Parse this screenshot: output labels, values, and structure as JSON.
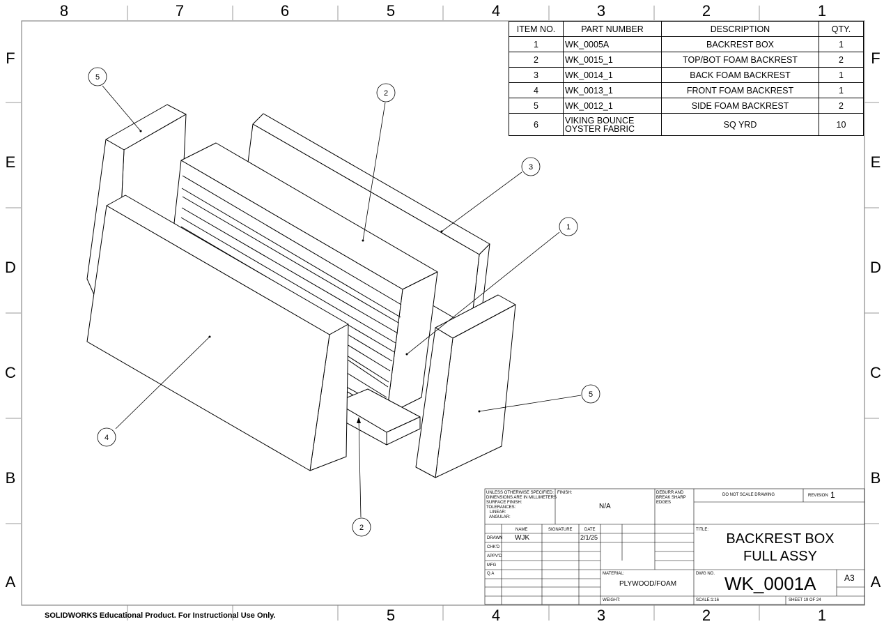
{
  "zones": {
    "columns": [
      "8",
      "7",
      "6",
      "5",
      "4",
      "3",
      "2",
      "1"
    ],
    "rows": [
      "F",
      "E",
      "D",
      "C",
      "B",
      "A"
    ]
  },
  "bom": {
    "headers": {
      "item": "ITEM NO.",
      "part": "PART NUMBER",
      "desc": "DESCRIPTION",
      "qty": "QTY."
    },
    "rows": [
      {
        "item": "1",
        "part": "WK_0005A",
        "desc": "BACKREST BOX",
        "qty": "1"
      },
      {
        "item": "2",
        "part": "WK_0015_1",
        "desc": "TOP/BOT FOAM BACKREST",
        "qty": "2"
      },
      {
        "item": "3",
        "part": "WK_0014_1",
        "desc": "BACK FOAM BACKREST",
        "qty": "1"
      },
      {
        "item": "4",
        "part": "WK_0013_1",
        "desc": "FRONT FOAM BACKREST",
        "qty": "1"
      },
      {
        "item": "5",
        "part": "WK_0012_1",
        "desc": "SIDE FOAM BACKREST",
        "qty": "2"
      },
      {
        "item": "6",
        "part": "VIKING BOUNCE OYSTER FABRIC",
        "desc": "SQ YRD",
        "qty": "10"
      }
    ]
  },
  "balloons": [
    "5",
    "2",
    "3",
    "1",
    "4",
    "5",
    "2"
  ],
  "title_block": {
    "tolerance_note": [
      "UNLESS OTHERWISE SPECIFIED:",
      "DIMENSIONS ARE IN MILLIMETERS",
      "SURFACE FINISH:",
      "TOLERANCES:",
      "LINEAR:",
      "ANGULAR:"
    ],
    "finish_label": "FINISH:",
    "finish_value": "N/A",
    "deburr_note": [
      "DEBURR AND",
      "BREAK SHARP",
      "EDGES"
    ],
    "do_not_scale": "DO NOT SCALE DRAWING",
    "revision_label": "REVISION",
    "revision_value": "1",
    "col_name": "NAME",
    "col_signature": "SIGNATURE",
    "col_date": "DATE",
    "rows": [
      "DRAWN",
      "CHK'D",
      "APPV'D",
      "MFG",
      "Q.A"
    ],
    "drawn_name": "WJK",
    "drawn_date": "2/1/25",
    "title_label": "TITLE:",
    "title_line1": "BACKREST BOX",
    "title_line2": "FULL ASSY",
    "material_label": "MATERIAL:",
    "material_value": "PLYWOOD/FOAM",
    "dwg_no_label": "DWG NO.",
    "dwg_no_value": "WK_0001A",
    "sheet_size": "A3",
    "weight_label": "WEIGHT:",
    "scale_label": "SCALE:1:16",
    "sheet_label": "SHEET 19 OF 24"
  },
  "watermark": "SOLIDWORKS Educational Product. For Instructional Use Only."
}
